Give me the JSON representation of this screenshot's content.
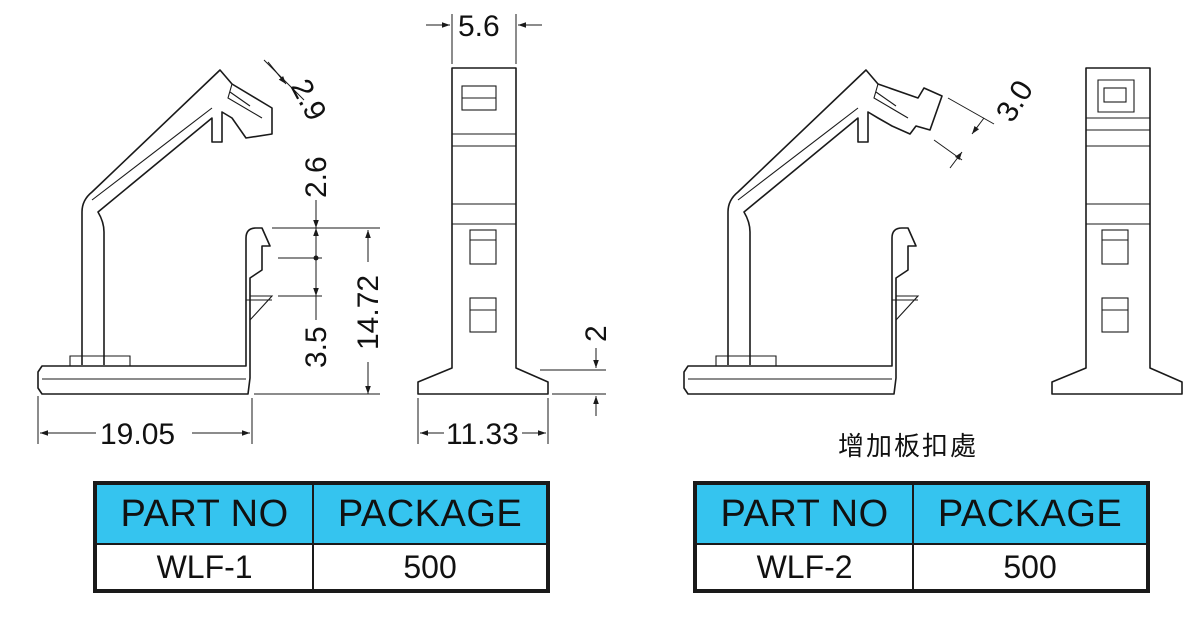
{
  "dimensions": {
    "d_5_6": "5.6",
    "d_2_9": "2.9",
    "d_2_6": "2.6",
    "d_14_72": "14.72",
    "d_3_5": "3.5",
    "d_19_05": "19.05",
    "d_11_33": "11.33",
    "d_2": "2",
    "d_3_0": "3.0"
  },
  "note_wlf2": "增加板扣處",
  "tables": [
    {
      "headers": [
        "PART NO",
        "PACKAGE"
      ],
      "rows": [
        [
          "WLF-1",
          "500"
        ]
      ]
    },
    {
      "headers": [
        "PART NO",
        "PACKAGE"
      ],
      "rows": [
        [
          "WLF-2",
          "500"
        ]
      ]
    }
  ],
  "colors": {
    "header_bg": "#35c4ef",
    "line": "#1a1a1a"
  }
}
